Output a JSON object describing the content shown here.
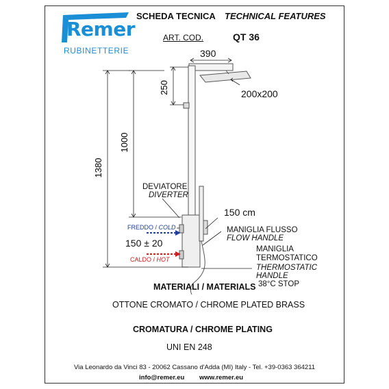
{
  "logo": {
    "word": "Remer",
    "subtitle": "RUBINETTERIE",
    "color": "#1a8fd6"
  },
  "header": {
    "title_it": "SCHEDA TECNICA",
    "title_en": "TECHNICAL FEATURES",
    "art_label": "ART. COD.",
    "art_code": "QT 36"
  },
  "dimensions": {
    "d390": "390",
    "d250": "250",
    "d1000": "1000",
    "d1380": "1380",
    "head_size": "200x200",
    "hose": "150 cm",
    "inlet": "150 ± 20"
  },
  "labels": {
    "diverter_it": "DEVIATORE",
    "diverter_en": "DIVERTER",
    "cold_it": "FREDDO /",
    "cold_en": "COLD",
    "hot_it": "CALDO /",
    "hot_en": "HOT",
    "flow_it": "MANIGLIA FLUSSO",
    "flow_en": "FLOW HANDLE",
    "thermo_it_1": "MANIGLIA",
    "thermo_it_2": "TERMOSTATICO",
    "thermo_en_1": "THERMOSTATIC",
    "thermo_en_2": "HANDLE",
    "stop": "38°C STOP",
    "cold_color": "#1f3f99",
    "hot_color": "#cc2020"
  },
  "materials": {
    "heading": "MATERIALI / MATERIALS",
    "value": "OTTONE CROMATO / CHROME PLATED BRASS",
    "plating_heading": "CROMATURA / CHROME PLATING",
    "plating_value": "UNI EN 248"
  },
  "footer": {
    "address": "Via Leonardo da Vinci 83 - 20062 Cassano d'Adda (MI) Italy - Tel. +39-0363 364211",
    "email": "info@remer.eu",
    "web": "www.remer.eu"
  }
}
